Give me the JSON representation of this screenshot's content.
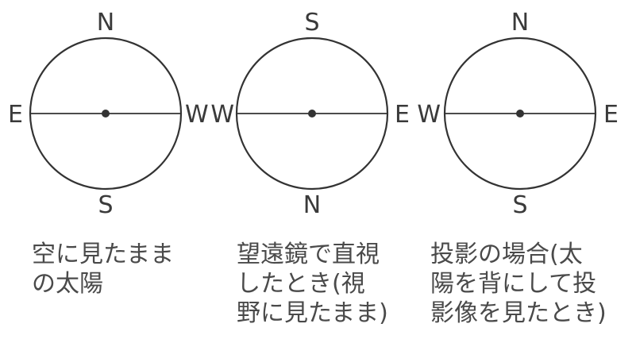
{
  "panels": [
    {
      "directions": {
        "top": "N",
        "bottom": "S",
        "left": "E",
        "right": "W"
      },
      "caption_lines": [
        "空に見たまま",
        "の太陽"
      ]
    },
    {
      "directions": {
        "top": "S",
        "bottom": "N",
        "left": "W",
        "right": "E"
      },
      "caption_lines": [
        "望遠鏡で直視",
        "したとき(視",
        "野に見たまま)"
      ]
    },
    {
      "directions": {
        "top": "N",
        "bottom": "S",
        "left": "W",
        "right": "E"
      },
      "caption_lines": [
        "投影の場合(太",
        "陽を背にして投",
        "影像を見たとき)"
      ]
    }
  ],
  "colors": {
    "line": "#333333",
    "dot": "#333333"
  }
}
